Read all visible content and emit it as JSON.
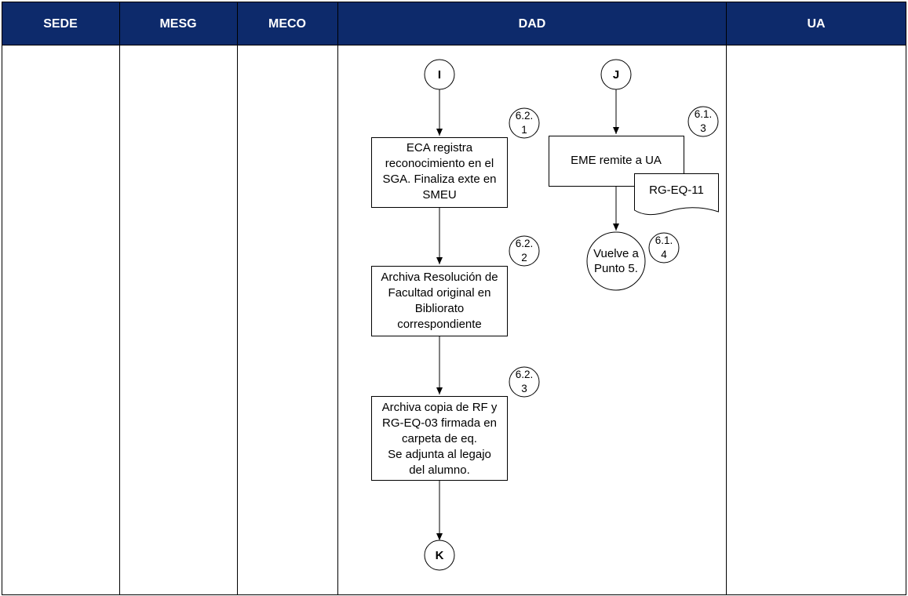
{
  "lanes": [
    {
      "label": "SEDE"
    },
    {
      "label": "MESG"
    },
    {
      "label": "MECO"
    },
    {
      "label": "DAD"
    },
    {
      "label": "UA"
    }
  ],
  "colors": {
    "header_bg": "#0d2a6b",
    "header_text": "#ffffff",
    "line": "#000000"
  },
  "connectors": {
    "i": {
      "label": "I"
    },
    "j": {
      "label": "J"
    },
    "k": {
      "label": "K"
    }
  },
  "processes": {
    "p621": {
      "lines": [
        "ECA registra",
        "reconocimiento en el",
        "SGA. Finaliza exte en",
        "SMEU"
      ]
    },
    "p622": {
      "lines": [
        "Archiva Resolución de",
        "Facultad original en",
        "Bibliorato",
        "correspondiente"
      ]
    },
    "p623": {
      "lines": [
        "Archiva copia de RF y",
        "RG-EQ-03 firmada en",
        "carpeta de eq.",
        "Se adjunta al legajo",
        "del alumno."
      ]
    },
    "p613": {
      "lines": [
        "EME remite a UA"
      ]
    }
  },
  "document": {
    "label": "RG-EQ-11"
  },
  "terminal": {
    "lines": [
      "Vuelve a",
      "Punto 5."
    ]
  },
  "refs": {
    "r621": {
      "lines": [
        "6.2.",
        "1"
      ]
    },
    "r622": {
      "lines": [
        "6.2.",
        "2"
      ]
    },
    "r623": {
      "lines": [
        "6.2.",
        "3"
      ]
    },
    "r613": {
      "lines": [
        "6.1.",
        "3"
      ]
    },
    "r614": {
      "lines": [
        "6.1.",
        "4"
      ]
    }
  }
}
